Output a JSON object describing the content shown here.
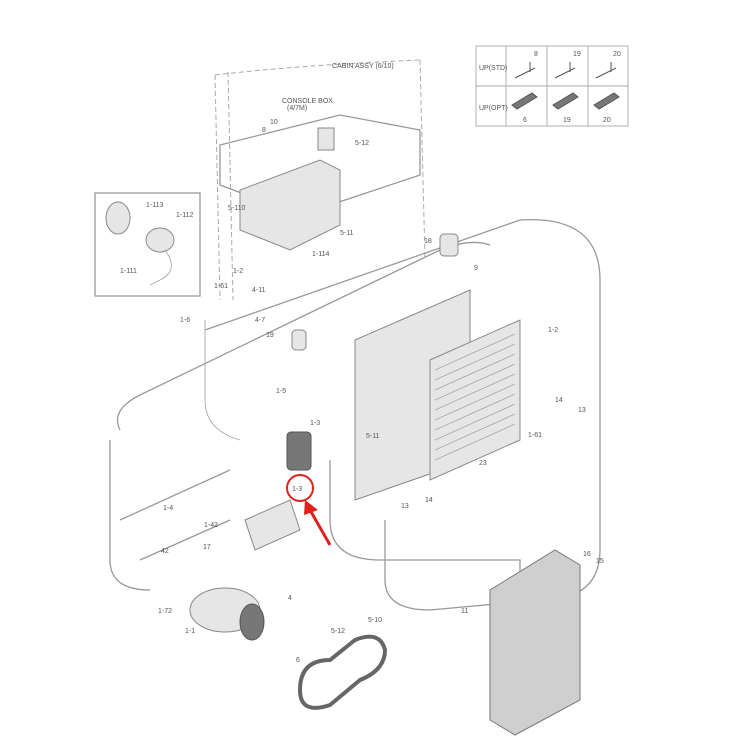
{
  "diagram": {
    "highlight_color": "#e0201c",
    "highlighted_label": "1-3",
    "cabin_label": "CABIN ASSY (6/10)",
    "console_label": "CONSOLE BOX",
    "console_sub": "(4/7M)",
    "legend_table": {
      "rows": [
        "UP(STD)",
        "UP(OPT)"
      ],
      "col_numbers_top": [
        "8",
        "19",
        "20"
      ],
      "col_numbers_bottom": [
        "6",
        "19",
        "20"
      ]
    },
    "labels": [
      "5-12",
      "8",
      "10",
      "5-11",
      "1-113",
      "1-112",
      "1-111",
      "5-110",
      "1-2",
      "1-114",
      "4-11",
      "1-61",
      "1-6",
      "4-7",
      "18",
      "9",
      "19",
      "1-2",
      "1-5",
      "14",
      "13",
      "1-61",
      "5-11",
      "1-3",
      "23",
      "14",
      "13",
      "1-4",
      "1-42",
      "17",
      "42",
      "1-72",
      "1-1",
      "4",
      "5-12",
      "5-10",
      "6",
      "11",
      "16",
      "15"
    ]
  }
}
